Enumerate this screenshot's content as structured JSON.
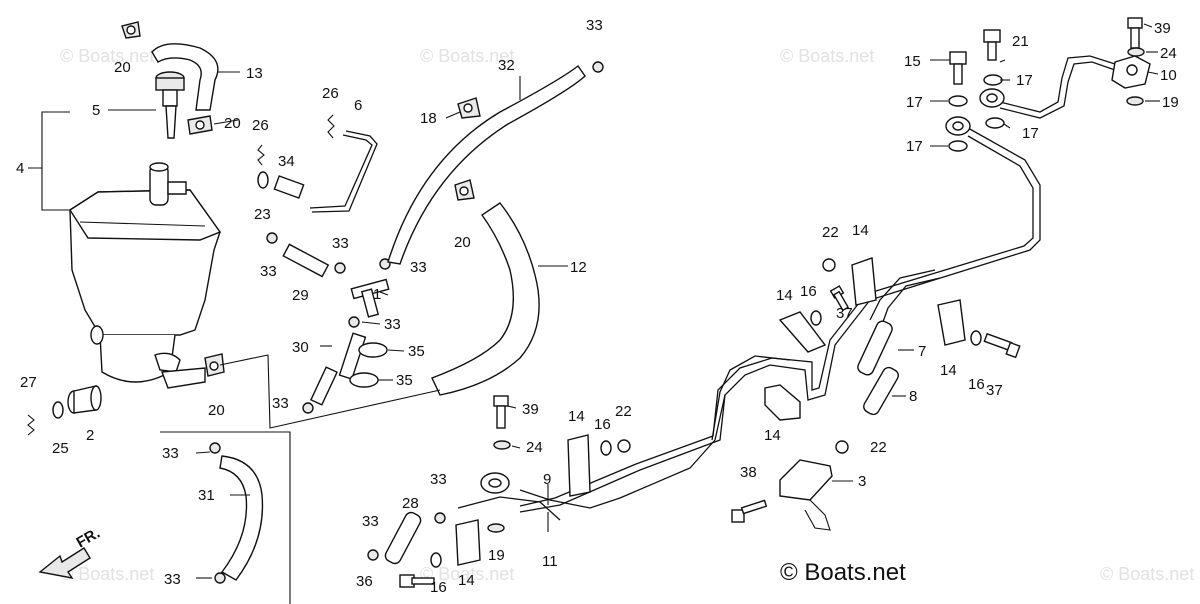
{
  "watermark": "© Boats.net",
  "brand_mark": "© Boats.net",
  "direction_label": "FR.",
  "callouts": {
    "c1": "1",
    "c2": "2",
    "c3": "3",
    "c4": "4",
    "c5": "5",
    "c6": "6",
    "c7": "7",
    "c8": "8",
    "c9": "9",
    "c10": "10",
    "c11": "11",
    "c12": "12",
    "c13": "13",
    "c14a": "14",
    "c14b": "14",
    "c14c": "14",
    "c14d": "14",
    "c14e": "14",
    "c14f": "14",
    "c15": "15",
    "c16a": "16",
    "c16b": "16",
    "c16c": "16",
    "c16d": "16",
    "c17a": "17",
    "c17b": "17",
    "c17c": "17",
    "c17d": "17",
    "c19a": "19",
    "c19b": "19",
    "c20a": "20",
    "c20b": "20",
    "c20c": "20",
    "c20d": "20",
    "c21": "21",
    "c22a": "22",
    "c22b": "22",
    "c22c": "22",
    "c23": "23",
    "c24a": "24",
    "c24b": "24",
    "c25": "25",
    "c26a": "26",
    "c26b": "26",
    "c27": "27",
    "c28": "28",
    "c29": "29",
    "c30": "30",
    "c31": "31",
    "c32": "32",
    "c33a": "33",
    "c33b": "33",
    "c33c": "33",
    "c33d": "33",
    "c33e": "33",
    "c33f": "33",
    "c33g": "33",
    "c33h": "33",
    "c33i": "33",
    "c33j": "33",
    "c34": "34",
    "c35a": "35",
    "c35b": "35",
    "c36": "36",
    "c37a": "37",
    "c37b": "37",
    "c38": "38",
    "c39a": "39",
    "c39b": "39"
  }
}
